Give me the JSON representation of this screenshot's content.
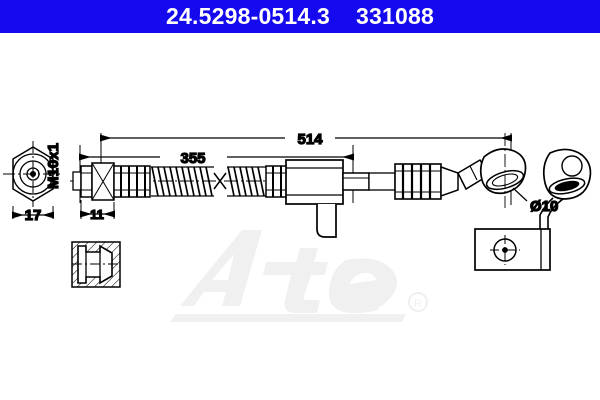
{
  "header": {
    "part_number": "24.5298-0514.3",
    "reference_number": "331088",
    "background_color": "#1509ee",
    "text_color": "#ffffff"
  },
  "watermark": {
    "brand": "ate",
    "trademark_symbol": "®",
    "color": "#f0f0f0"
  },
  "drawing": {
    "title": "brake-hose-technical-drawing",
    "line_color": "#000000",
    "dimensions": {
      "overall_length": "514",
      "partial_length": "355",
      "thread_size": "M10x1",
      "hex_width": "17",
      "thread_length": "11",
      "banjo_bore": "Ø10"
    },
    "callouts": [
      {
        "name": "overall-length-dimension",
        "label": "514"
      },
      {
        "name": "partial-length-dimension",
        "label": "355"
      },
      {
        "name": "thread-spec-label",
        "label": "M10x1"
      },
      {
        "name": "hex-width-dimension",
        "label": "17"
      },
      {
        "name": "thread-length-dimension",
        "label": "11"
      },
      {
        "name": "banjo-bore-diameter-label",
        "label": "Ø10"
      }
    ],
    "components": [
      {
        "name": "hex-nut-end-view",
        "description": "hexagonal nut cross section with concentric circles"
      },
      {
        "name": "female-thread-fitting",
        "description": "left hose end fitting"
      },
      {
        "name": "hose-body",
        "description": "flexible brake hose with crimped ferrules and spring guards"
      },
      {
        "name": "center-block-fitting",
        "description": "rectangular intermediate fitting with mounting tab"
      },
      {
        "name": "banjo-end-fitting",
        "description": "angled banjo eye end fitting"
      },
      {
        "name": "mounting-bracket",
        "description": "rectangular bracket with crosshair hole"
      },
      {
        "name": "fitting-section-detail",
        "description": "hatched cross section detail of fitting"
      }
    ]
  }
}
